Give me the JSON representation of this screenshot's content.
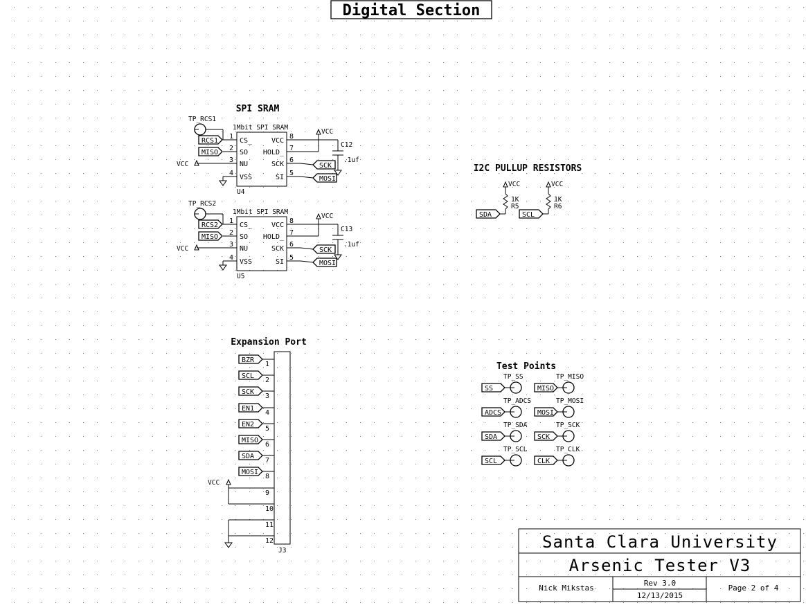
{
  "title": "Digital Section",
  "sram": {
    "heading": "SPI SRAM",
    "chips": [
      {
        "ref": "U4",
        "part": "1Mbit SPI SRAM",
        "tp": "TP_RCS1",
        "cs_net": "RCS1",
        "cap": "C12",
        "cap_val": ".1uf"
      },
      {
        "ref": "U5",
        "part": "1Mbit SPI SRAM",
        "tp": "TP_RCS2",
        "cs_net": "RCS2",
        "cap": "C13",
        "cap_val": ".1uf"
      }
    ],
    "left_pins": [
      {
        "num": "1",
        "name": "CS_"
      },
      {
        "num": "2",
        "name": "SO"
      },
      {
        "num": "3",
        "name": "NU"
      },
      {
        "num": "4",
        "name": "VSS"
      }
    ],
    "right_pins": [
      {
        "num": "8",
        "name": "VCC"
      },
      {
        "num": "7",
        "name": "HOLD_"
      },
      {
        "num": "6",
        "name": "SCK"
      },
      {
        "num": "5",
        "name": "SI"
      }
    ],
    "miso_net": "MISO",
    "sck_net": "SCK",
    "mosi_net": "MOSI",
    "vcc": "VCC"
  },
  "i2c": {
    "heading": "I2C PULLUP RESISTORS",
    "resistors": [
      {
        "ref": "R5",
        "val": "1K",
        "net": "SDA",
        "vcc": "VCC"
      },
      {
        "ref": "R6",
        "val": "1K",
        "net": "SCL",
        "vcc": "VCC"
      }
    ]
  },
  "expansion": {
    "heading": "Expansion Port",
    "ref": "J3",
    "vcc": "VCC",
    "pins": [
      {
        "num": "1",
        "net": "BZR"
      },
      {
        "num": "2",
        "net": "SCL"
      },
      {
        "num": "3",
        "net": "SCK"
      },
      {
        "num": "4",
        "net": "EN1"
      },
      {
        "num": "5",
        "net": "EN2"
      },
      {
        "num": "6",
        "net": "MISO"
      },
      {
        "num": "7",
        "net": "SDA"
      },
      {
        "num": "8",
        "net": "MOSI"
      },
      {
        "num": "9",
        "net": ""
      },
      {
        "num": "10",
        "net": ""
      },
      {
        "num": "11",
        "net": ""
      },
      {
        "num": "12",
        "net": ""
      }
    ]
  },
  "testpoints": {
    "heading": "Test Points",
    "points": [
      {
        "tp": "TP_SS",
        "net": "SS"
      },
      {
        "tp": "TP_MISO",
        "net": "MISO"
      },
      {
        "tp": "TP_ADCS",
        "net": "ADCS"
      },
      {
        "tp": "TP_MOSI",
        "net": "MOSI"
      },
      {
        "tp": "TP_SDA",
        "net": "SDA"
      },
      {
        "tp": "TP_SCK",
        "net": "SCK"
      },
      {
        "tp": "TP_SCL",
        "net": "SCL"
      },
      {
        "tp": "TP_CLK",
        "net": "CLK"
      }
    ]
  },
  "titleblock": {
    "org": "Santa Clara University",
    "project": "Arsenic Tester V3",
    "author": "Nick Mikstas",
    "rev": "Rev 3.0",
    "date": "12/13/2015",
    "page": "Page 2 of 4"
  }
}
